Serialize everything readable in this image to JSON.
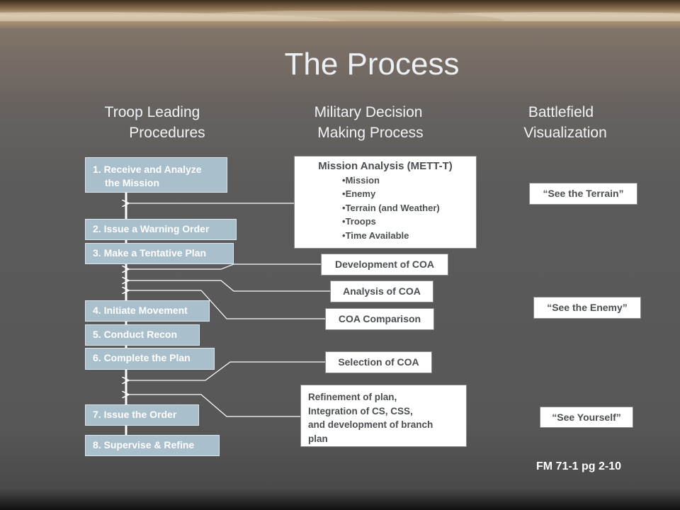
{
  "title": "The Process",
  "columns": {
    "tlp_line1": "Troop Leading",
    "tlp_line2": "Procedures",
    "mdmp_line1": "Military Decision",
    "mdmp_line2": "Making Process",
    "bv_line1": "Battlefield",
    "bv_line2": "Visualization"
  },
  "tlp_steps": [
    {
      "line1": "1. Receive and Analyze",
      "line2": "    the Mission"
    },
    {
      "line1": "2.  Issue a Warning Order"
    },
    {
      "line1": "3.  Make a Tentative Plan"
    },
    {
      "line1": "4.  Initiate Movement"
    },
    {
      "line1": "5.  Conduct Recon"
    },
    {
      "line1": "6.  Complete the Plan"
    },
    {
      "line1": "7.  Issue the Order"
    },
    {
      "line1": "8.  Supervise & Refine"
    }
  ],
  "mdmp": {
    "mission_analysis": {
      "heading": "Mission Analysis (METT-T)",
      "items": [
        "Mission",
        "Enemy",
        "Terrain (and Weather)",
        "Troops",
        "Time Available"
      ]
    },
    "development": "Development of COA",
    "analysis": "Analysis of COA",
    "comparison": "COA Comparison",
    "selection": "Selection of COA",
    "refinement": [
      "Refinement of plan,",
      "Integration of CS, CSS,",
      "and development of branch",
      "plan"
    ]
  },
  "visualization": [
    "“See the Terrain”",
    "“See the Enemy”",
    "“See Yourself”"
  ],
  "reference": "FM 71-1 pg 2-10"
}
